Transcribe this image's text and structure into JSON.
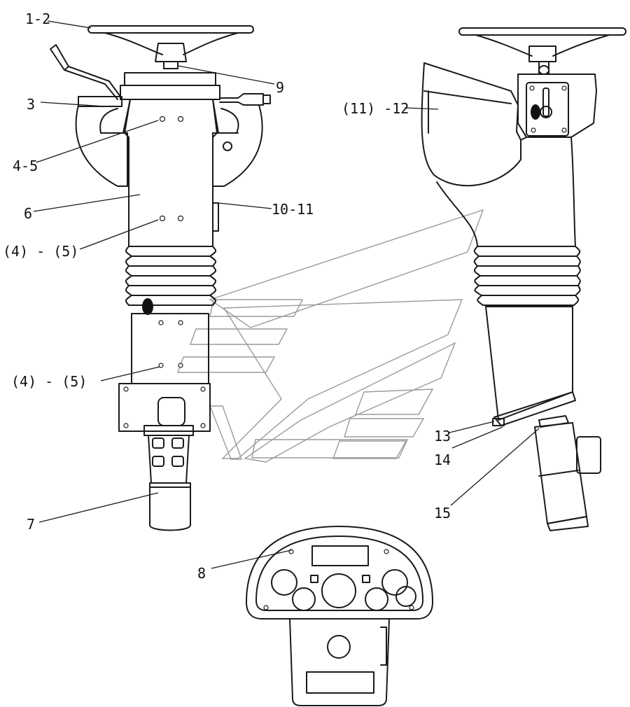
{
  "callouts": {
    "c1_2": "1-2",
    "c3": "3",
    "c4_5": "4-5",
    "c6": "6",
    "c4_5_paren_a": "(4) - (5)",
    "c4_5_paren_b": "(4) - (5)",
    "c7": "7",
    "c9": "9",
    "c10_11": "10-11",
    "c11_12": "(11) -12",
    "c13": "13",
    "c14": "14",
    "c15": "15",
    "c8": "8"
  }
}
